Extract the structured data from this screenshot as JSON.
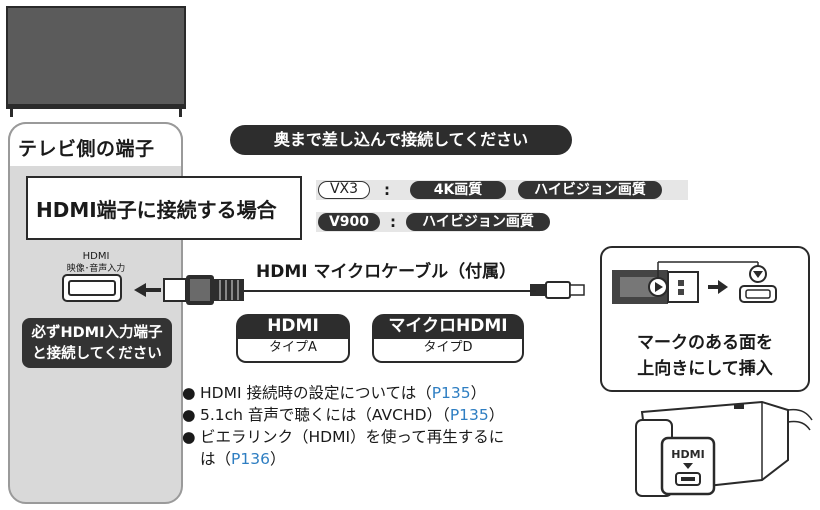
{
  "tv_panel": {
    "title": "テレビ側の端子",
    "port_label_line1": "HDMI",
    "port_label_line2": "映像･音声入力",
    "must_connect_line1": "必ずHDMI入力端子",
    "must_connect_line2": "と接続してください"
  },
  "hdmi_box": {
    "text": "HDMI端子に接続する場合"
  },
  "banner": {
    "text": "奥まで差し込んで接続してください"
  },
  "models": {
    "row1": {
      "model": "VX3",
      "colon": ":",
      "tag1": "4K画質",
      "tag2": "ハイビジョン画質"
    },
    "row2": {
      "model": "V900",
      "colon": ":",
      "tag1": "ハイビジョン画質"
    }
  },
  "cable": {
    "title": "HDMI マイクロケーブル（付属）",
    "hdmi_label": "HDMI",
    "hdmi_type": "タイプA",
    "micro_label": "マイクロHDMI",
    "micro_type": "タイプD"
  },
  "insert_box": {
    "line1": "マークのある面を",
    "line2": "上向きにして挿入"
  },
  "camera": {
    "port_label": "HDMI"
  },
  "notes": [
    {
      "bullet": "●",
      "text": "HDMI 接続時の設定については（",
      "link": "P135",
      "end": "）"
    },
    {
      "bullet": "●",
      "text": "5.1ch 音声で聴くには（AVCHD）（",
      "link": "P135",
      "end": "）"
    },
    {
      "bullet": "●",
      "text": "ビエラリンク（HDMI）を使って再生するに",
      "link": "",
      "end": ""
    },
    {
      "bullet": "",
      "text": "は（",
      "link": "P136",
      "end": "）"
    }
  ],
  "colors": {
    "dark": "#2d2d2d",
    "link": "#2e7ec2",
    "panel": "#d9d9d9",
    "tv": "#5b5b5b"
  }
}
